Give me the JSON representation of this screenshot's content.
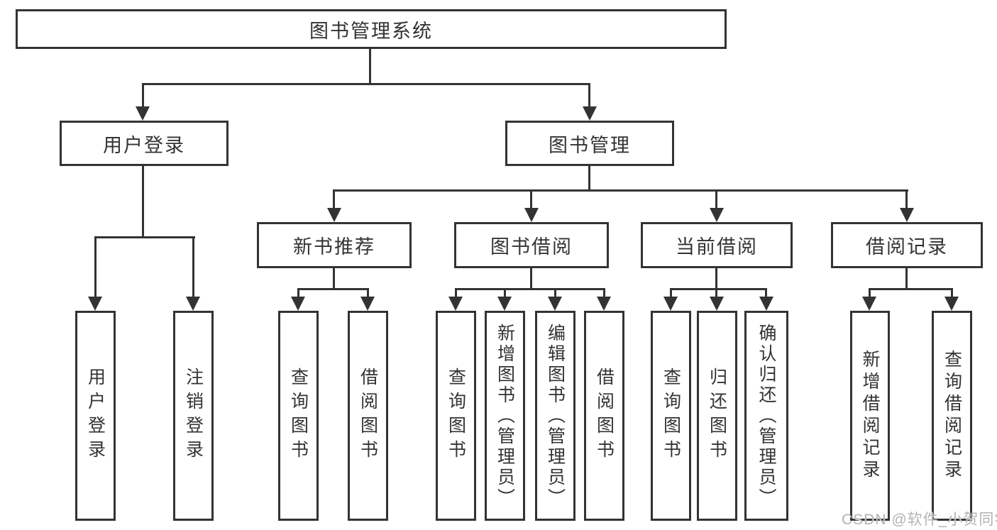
{
  "nodes": {
    "root": "图书管理系统",
    "user_login": {
      "label": "用户登录",
      "children": [
        "用户登录",
        "注销登录"
      ]
    },
    "book_mgmt": {
      "label": "图书管理",
      "children": [
        {
          "label": "新书推荐",
          "children": [
            "查询图书",
            "借阅图书"
          ]
        },
        {
          "label": "图书借阅",
          "children": [
            "查询图书",
            "新增图书（管理员）",
            "编辑图书（管理员）",
            "借阅图书"
          ]
        },
        {
          "label": "当前借阅",
          "children": [
            "查询图书",
            "归还图书",
            "确认归还（管理员）"
          ]
        },
        {
          "label": "借阅记录",
          "children": [
            "新增借阅记录",
            "查询借阅记录"
          ]
        }
      ]
    }
  },
  "watermark": "CSDN @软件_小贺同学",
  "colors": {
    "border": "#333333",
    "text": "#333333",
    "watermark": "#b3b3b3",
    "background": "#ffffff"
  }
}
